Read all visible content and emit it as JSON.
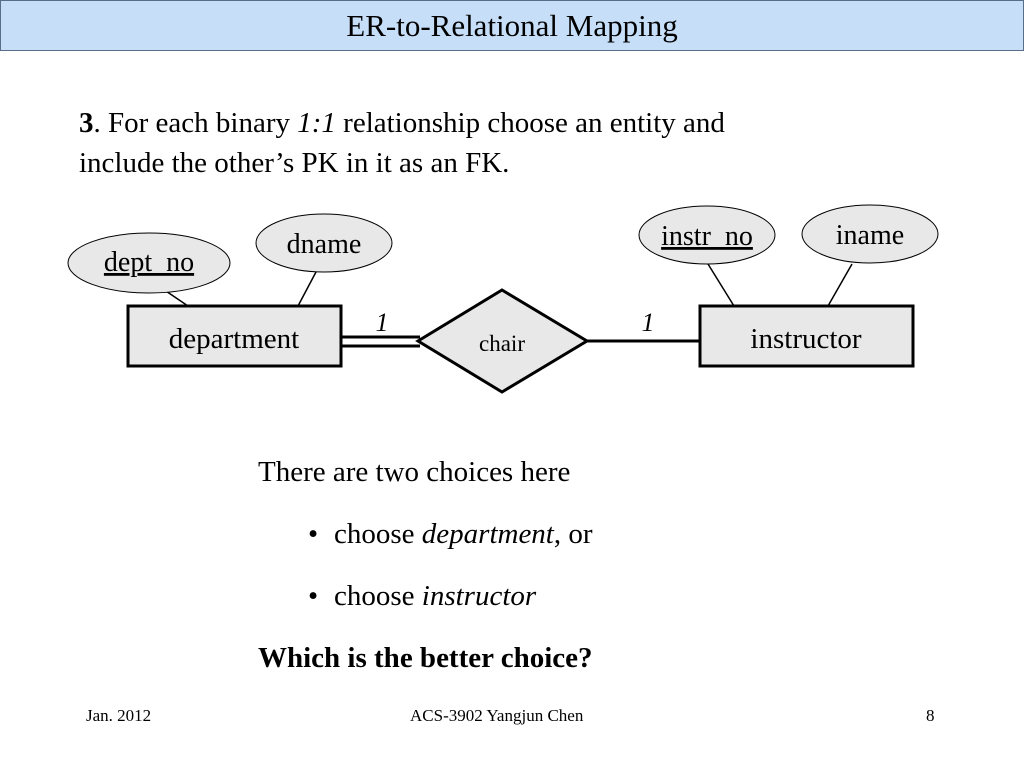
{
  "header": {
    "title": "ER-to-Relational Mapping"
  },
  "rule": {
    "number": "3",
    "text_a": ". For each binary ",
    "ratio": "1:1",
    "text_b": " relationship choose an entity and",
    "line2": "include the other’s PK in it as an FK."
  },
  "diagram": {
    "entities": {
      "left": "department",
      "right": "instructor"
    },
    "relationship": "chair",
    "attributes": {
      "dept_no": "dept_no",
      "dname": "dname",
      "instr_no": "instr_no",
      "iname": "iname"
    },
    "cardinality": {
      "left": "1",
      "right": "1"
    }
  },
  "body": {
    "intro": "There are two choices here",
    "bullet1_prefix": "choose ",
    "bullet1_term": "department",
    "bullet1_suffix": ", or",
    "bullet2_prefix": "choose ",
    "bullet2_term": "instructor",
    "question": "Which is the better choice?"
  },
  "footer": {
    "date": "Jan. 2012",
    "course": "ACS-3902 Yangjun Chen",
    "page": "8"
  }
}
